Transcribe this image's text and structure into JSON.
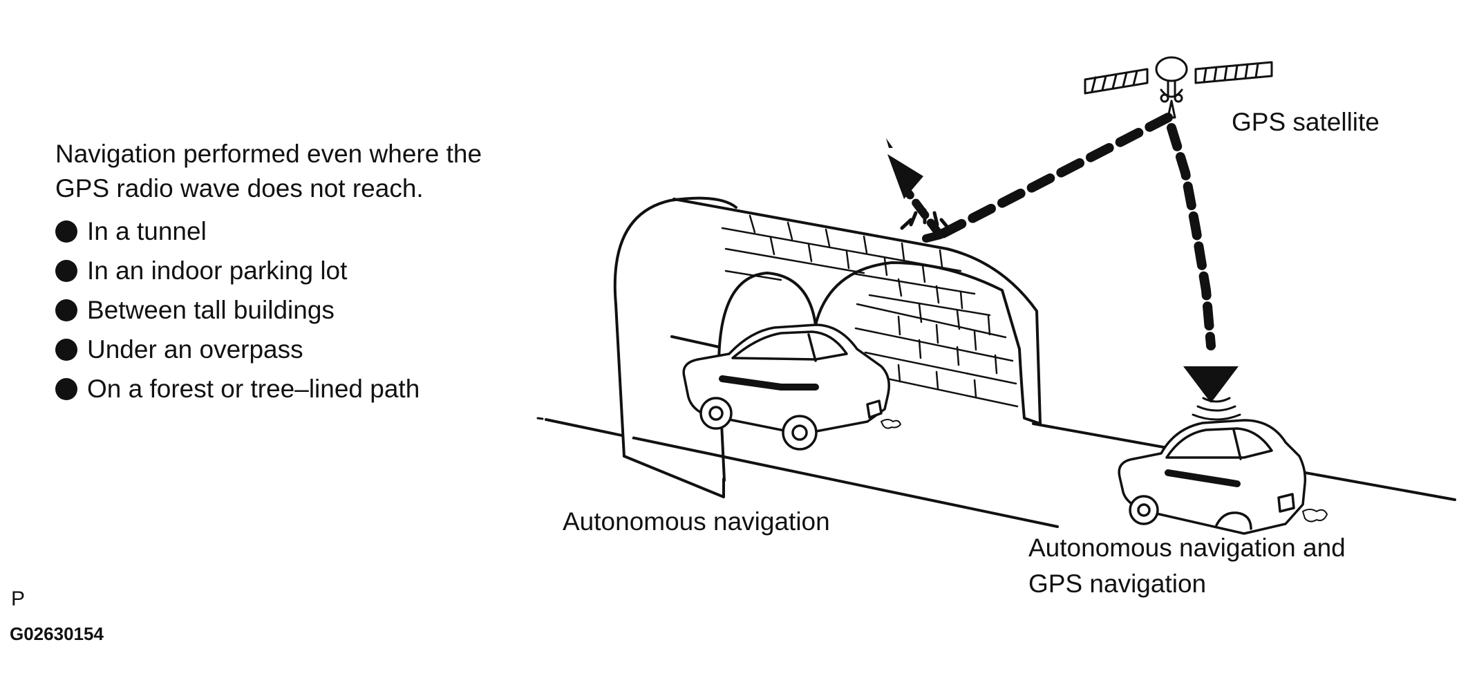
{
  "intro": {
    "line1": "Navigation performed even where the",
    "line2": "GPS radio wave does not reach."
  },
  "bullets": [
    "In a tunnel",
    "In an indoor parking lot",
    "Between tall buildings",
    "Under an overpass",
    "On a forest or tree–lined path"
  ],
  "labels": {
    "satellite": "GPS satellite",
    "tunnel_car": "Autonomous navigation",
    "road_car_line1": "Autonomous navigation and",
    "road_car_line2": "GPS navigation"
  },
  "footer": {
    "letter": "P",
    "code": "G02630154"
  }
}
